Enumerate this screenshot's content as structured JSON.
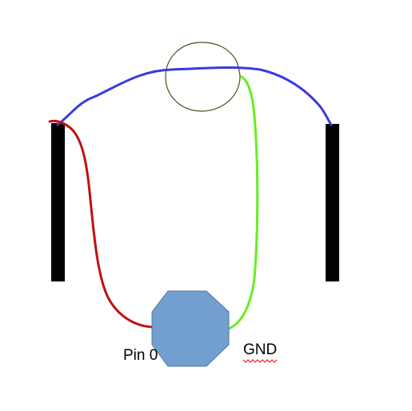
{
  "diagram": {
    "labels": {
      "pin": "Pin 0",
      "ground": "GND"
    },
    "colors": {
      "background": "#ffffff",
      "post": "#000000",
      "ring": "#4d4d1f",
      "wire_blue": "#3a3ae0",
      "wire_red": "#c01010",
      "wire_green": "#66ee22",
      "octagon_fill": "#739fcf",
      "octagon_stroke": "#4f76a6",
      "spellcheck_underline": "#ff0000"
    },
    "components": [
      "left-post",
      "right-post",
      "ring",
      "blue-wire",
      "red-wire",
      "green-wire",
      "octagon-sensor"
    ]
  }
}
